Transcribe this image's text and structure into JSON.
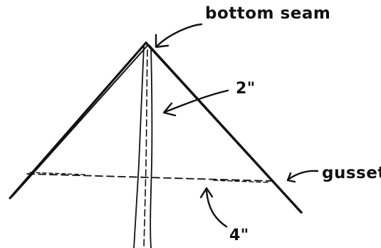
{
  "labels": {
    "bottom_seam": "bottom seam",
    "seam_allowance": "2\"",
    "gusset": "gusset",
    "gusset_width": "4\""
  },
  "colors": {
    "ink": "#111111",
    "paper": "#ffffff"
  }
}
